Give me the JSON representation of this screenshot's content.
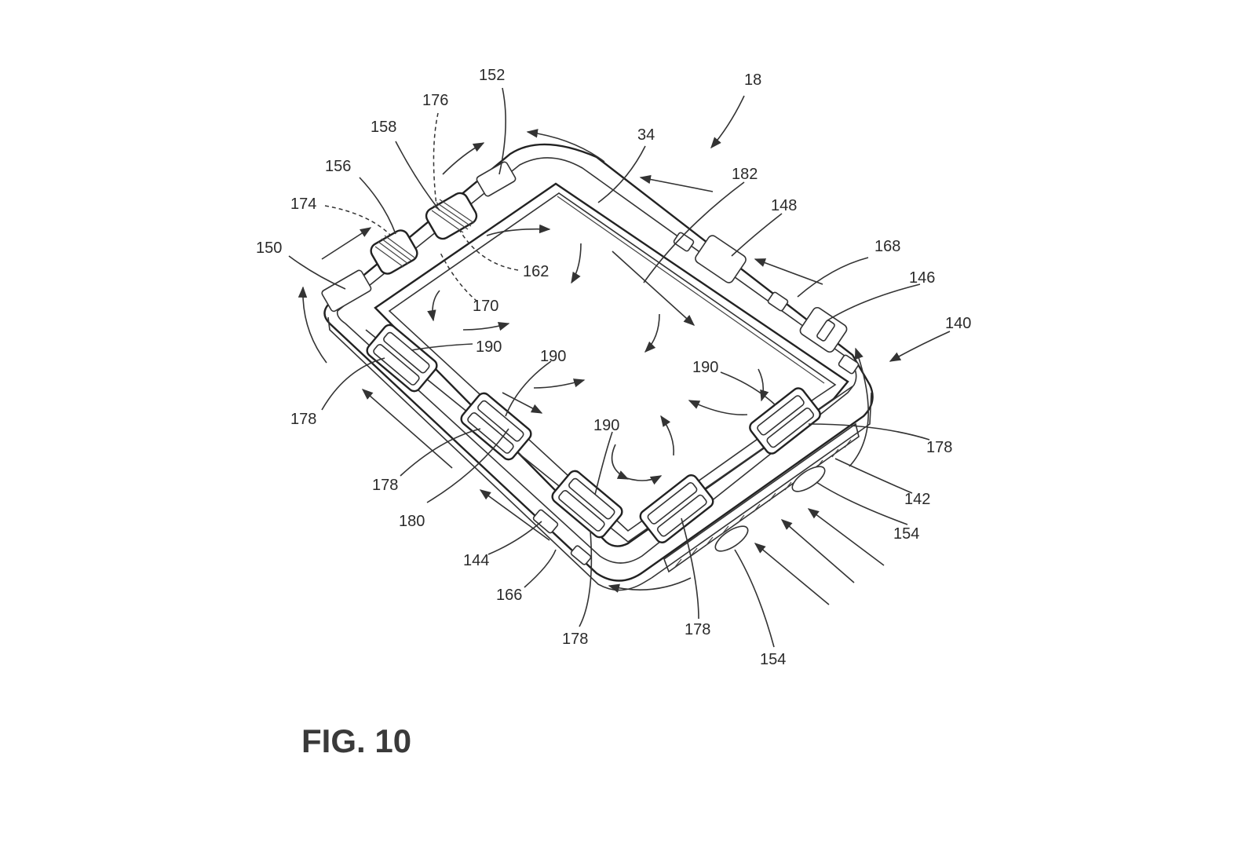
{
  "figure": {
    "caption": "FIG. 10",
    "labels": {
      "l18": "18",
      "l152": "152",
      "l176": "176",
      "l158": "158",
      "l34": "34",
      "l156": "156",
      "l182": "182",
      "l174": "174",
      "l148": "148",
      "l150": "150",
      "l168": "168",
      "l162": "162",
      "l146": "146",
      "l170": "170",
      "l140": "140",
      "l190a": "190",
      "l190b": "190",
      "l190c": "190",
      "l190d": "190",
      "l178a": "178",
      "l178b": "178",
      "l178c": "178",
      "l178d": "178",
      "l178e": "178",
      "l180": "180",
      "l142": "142",
      "l154a": "154",
      "l154b": "154",
      "l144": "144",
      "l166": "166"
    }
  }
}
